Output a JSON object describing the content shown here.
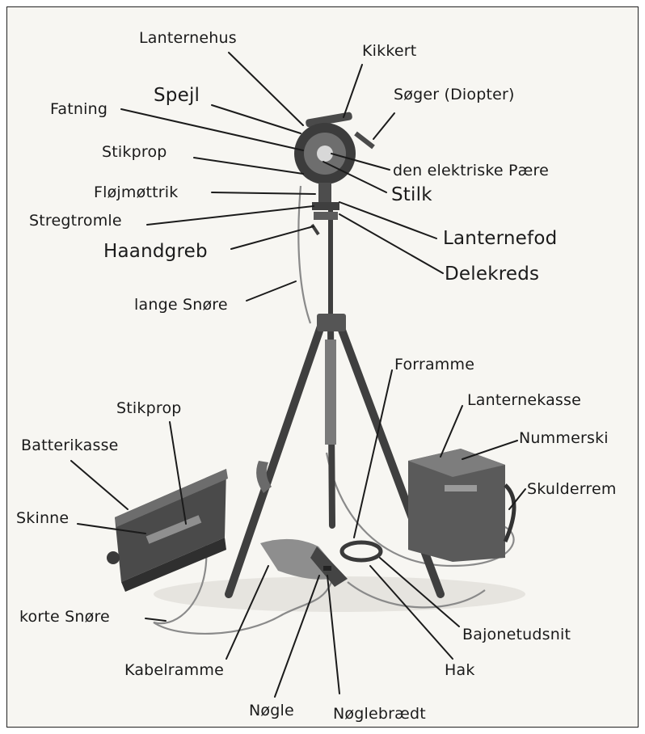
{
  "labels": {
    "lanternehus": "Lanternehus",
    "kikkert": "Kikkert",
    "spejl": "Spejl",
    "soger": "Søger (Diopter)",
    "fatning": "Fatning",
    "stikprop_top": "Stikprop",
    "elektriske_paere": "den elektriske Pære",
    "stilk": "Stilk",
    "flojmottrik": "Fløjmøttrik",
    "stregtromle": "Stregtromle",
    "lanternefod": "Lanternefod",
    "haandgreb": "Haandgreb",
    "delekreds": "Delekreds",
    "lange_snore": "lange Snøre",
    "forramme": "Forramme",
    "lanternekasse": "Lanternekasse",
    "stikprop_battery": "Stikprop",
    "nummerski": "Nummerski",
    "batterikasse": "Batterikasse",
    "skulderrem": "Skulderrem",
    "skinne": "Skinne",
    "korte_snore": "korte Snøre",
    "bajonetudsnit": "Bajonetudsnit",
    "kabelramme": "Kabelramme",
    "hak": "Hak",
    "nogle": "Nøgle",
    "noglebraedt": "Nøglebrædt"
  },
  "colors": {
    "background": "#f7f6f2",
    "ink": "#1b1b1b",
    "equipment_dark": "#3a3a3a",
    "equipment_mid": "#6b6b6b",
    "equipment_light": "#a9a9a9"
  }
}
